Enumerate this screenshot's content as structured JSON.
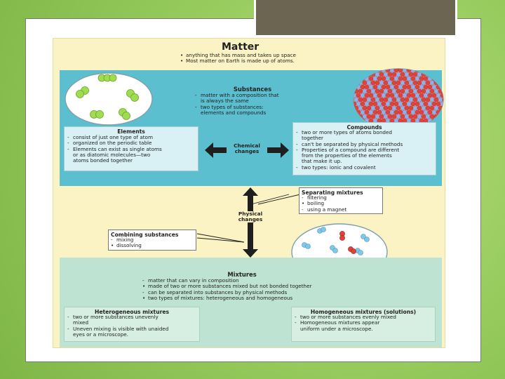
{
  "diagram": {
    "title": "Matter",
    "matter_bullets": [
      {
        "marker": "•",
        "text": "anything that has mass and takes up space"
      },
      {
        "marker": "•",
        "text": "Most matter on Earth is made up of atoms."
      }
    ],
    "substances": {
      "title": "Substances",
      "bullets": [
        {
          "marker": "-",
          "text": "matter with a composition that"
        },
        {
          "marker": "",
          "text": "is always the same"
        },
        {
          "marker": "-",
          "text": "two types of substances:"
        },
        {
          "marker": "",
          "text": "elements and compounds"
        }
      ]
    },
    "elements": {
      "title": "Elements",
      "bullets": [
        {
          "marker": "-",
          "text": "consist of just one type of atom"
        },
        {
          "marker": "-",
          "text": "organized on the periodic table"
        },
        {
          "marker": "-",
          "text": "Elements can exist as single atoms"
        },
        {
          "marker": "",
          "text": "or as diatomic molecules—two"
        },
        {
          "marker": "",
          "text": "atoms bonded together"
        }
      ]
    },
    "compounds": {
      "title": "Compounds",
      "bullets": [
        {
          "marker": "-",
          "text": "two or more types of atoms bonded"
        },
        {
          "marker": "",
          "text": "together"
        },
        {
          "marker": "-",
          "text": "can't be separated by physical methods"
        },
        {
          "marker": "-",
          "text": "Properties of a compound are different"
        },
        {
          "marker": "",
          "text": "from the properties of the elements"
        },
        {
          "marker": "",
          "text": "that make it up."
        },
        {
          "marker": "-",
          "text": "two types: ionic and covalent"
        }
      ]
    },
    "chemical_changes": [
      "Chemical",
      "changes"
    ],
    "physical_changes": [
      "Physical",
      "changes"
    ],
    "separating": {
      "title": "Separating mixtures",
      "bullets": [
        {
          "marker": "-",
          "text": "filtering"
        },
        {
          "marker": "•",
          "text": "boiling"
        },
        {
          "marker": "-",
          "text": "using a magnet"
        }
      ]
    },
    "combining": {
      "title": "Combining substances",
      "bullets": [
        {
          "marker": "-",
          "text": "mixing"
        },
        {
          "marker": "•",
          "text": "dissolving"
        }
      ]
    },
    "mixtures": {
      "title": "Mixtures",
      "bullets": [
        {
          "marker": "-",
          "text": "matter that can vary in composition"
        },
        {
          "marker": "•",
          "text": "made of two or more substances mixed but not bonded together"
        },
        {
          "marker": "-",
          "text": "can be separated into substances by physical methods"
        },
        {
          "marker": "•",
          "text": "two types of mixtures: heterogeneous and homogeneous"
        }
      ]
    },
    "heterogeneous": {
      "title": "Heterogeneous mixtures",
      "bullets": [
        {
          "marker": "-",
          "text": "two or more substances unevenly"
        },
        {
          "marker": "",
          "text": "mixed"
        },
        {
          "marker": "-",
          "text": "Uneven mixing is visible with unaided"
        },
        {
          "marker": "",
          "text": "eyes or a microscope."
        }
      ]
    },
    "homogeneous": {
      "title": "Homogeneous mixtures (solutions)",
      "bullets": [
        {
          "marker": "-",
          "text": "two or more substances evenly mixed"
        },
        {
          "marker": "-",
          "text": "Homogeneous mixtures appear"
        },
        {
          "marker": "",
          "text": "uniform under a microscope."
        }
      ]
    },
    "colors": {
      "substances_band": "#5bbfd0",
      "mixtures_band": "#bfe3d2",
      "chart_bg": "#fbf3c4",
      "element_atom": "#9fdc4f",
      "compound_red": "#e0413a",
      "compound_blue": "#8fb0e8",
      "slide_bg": "#8cc63f",
      "title_bar": "#6b6552"
    }
  }
}
